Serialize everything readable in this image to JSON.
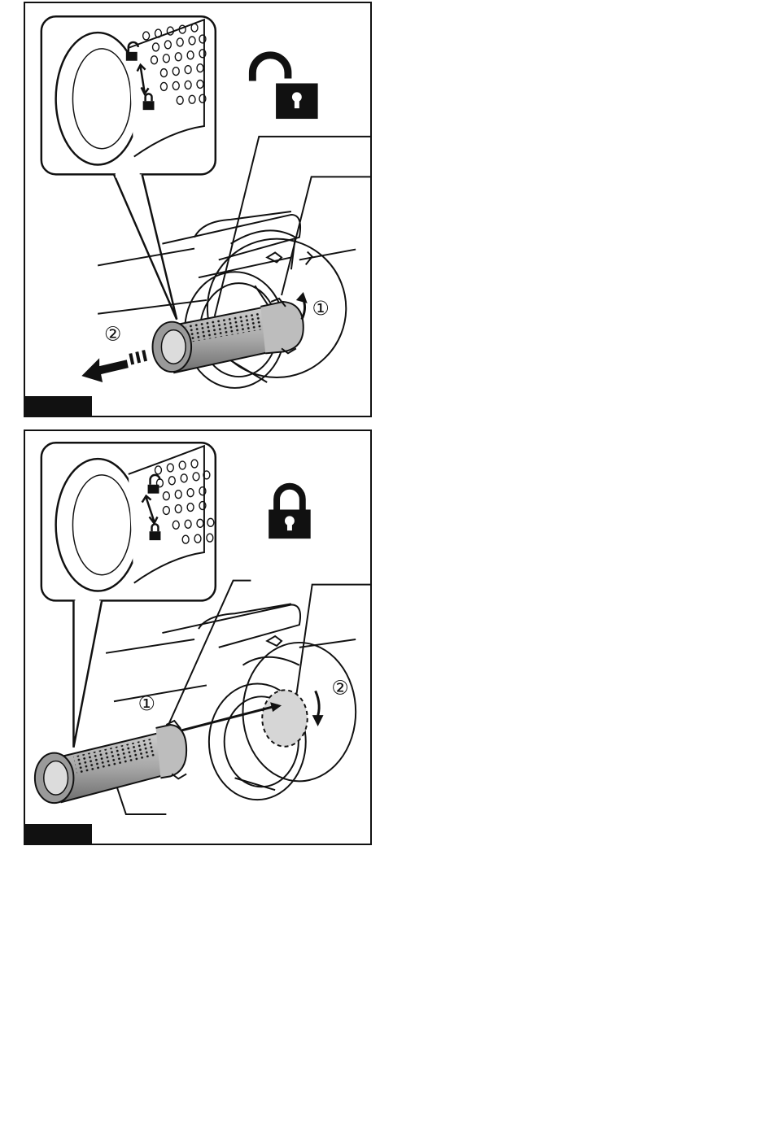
{
  "figures": [
    {
      "state": "unlocked",
      "padlock_icon": "padlock-open-icon",
      "callouts": [
        "①",
        "②"
      ],
      "arrows": [
        "rotate-arrow-icon",
        "pull-out-arrow-icon"
      ]
    },
    {
      "state": "locked",
      "padlock_icon": "padlock-closed-icon",
      "callouts": [
        "①",
        "②"
      ],
      "arrows": [
        "insert-line",
        "rotate-arrow-icon"
      ]
    }
  ],
  "colors": {
    "ink": "#111111",
    "paper": "#ffffff",
    "tube": "#9a9a9a"
  }
}
